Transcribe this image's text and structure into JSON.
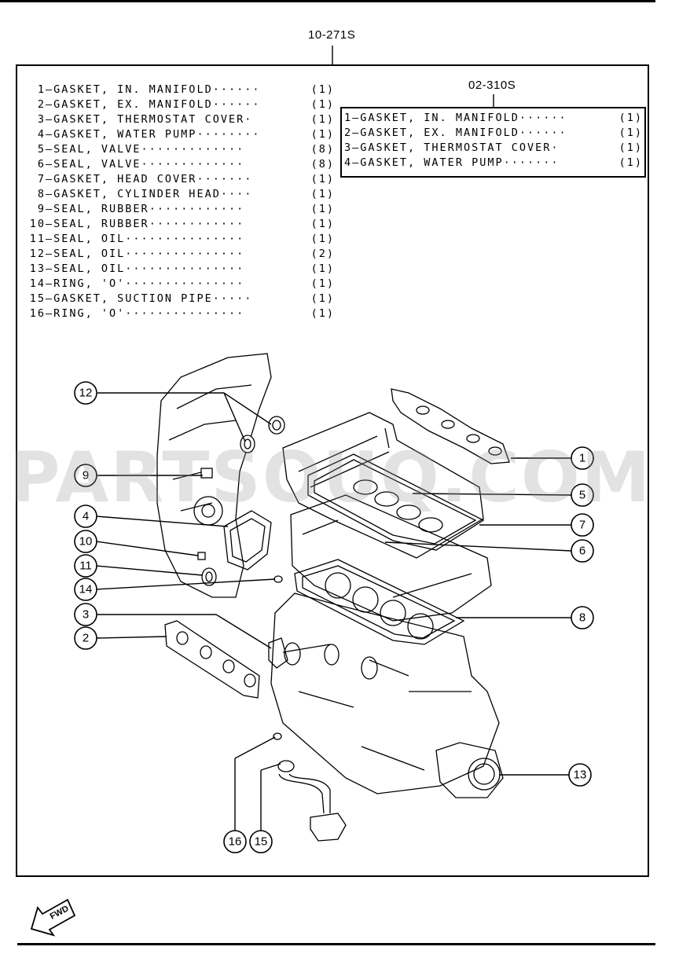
{
  "kit_main": {
    "code": "10-271S",
    "items": [
      {
        "num": "1",
        "name": "GASKET, IN. MANIFOLD",
        "dots": "······",
        "qty": "(1)"
      },
      {
        "num": "2",
        "name": "GASKET, EX. MANIFOLD",
        "dots": "······",
        "qty": "(1)"
      },
      {
        "num": "3",
        "name": "GASKET, THERMOSTAT COVER",
        "dots": "·",
        "qty": "(1)"
      },
      {
        "num": "4",
        "name": "GASKET, WATER PUMP",
        "dots": "········",
        "qty": "(1)"
      },
      {
        "num": "5",
        "name": "SEAL, VALVE",
        "dots": "·············",
        "qty": "(8)"
      },
      {
        "num": "6",
        "name": "SEAL, VALVE",
        "dots": "·············",
        "qty": "(8)"
      },
      {
        "num": "7",
        "name": "GASKET, HEAD COVER",
        "dots": "·······",
        "qty": "(1)"
      },
      {
        "num": "8",
        "name": "GASKET, CYLINDER HEAD",
        "dots": "····",
        "qty": "(1)"
      },
      {
        "num": "9",
        "name": "SEAL, RUBBER",
        "dots": "············",
        "qty": "(1)"
      },
      {
        "num": "10",
        "name": "SEAL, RUBBER",
        "dots": "············",
        "qty": "(1)"
      },
      {
        "num": "11",
        "name": "SEAL, OIL",
        "dots": "···············",
        "qty": "(1)"
      },
      {
        "num": "12",
        "name": "SEAL, OIL",
        "dots": "···············",
        "qty": "(2)"
      },
      {
        "num": "13",
        "name": "SEAL, OIL",
        "dots": "···············",
        "qty": "(1)"
      },
      {
        "num": "14",
        "name": "RING, 'O'",
        "dots": "···············",
        "qty": "(1)"
      },
      {
        "num": "15",
        "name": "GASKET, SUCTION PIPE",
        "dots": "·····",
        "qty": "(1)"
      },
      {
        "num": "16",
        "name": "RING, 'O'",
        "dots": "···············",
        "qty": "(1)"
      }
    ]
  },
  "kit_sub": {
    "code": "02-310S",
    "items": [
      {
        "num": "1",
        "name": "GASKET, IN. MANIFOLD",
        "dots": "······",
        "qty": "(1)"
      },
      {
        "num": "2",
        "name": "GASKET, EX. MANIFOLD",
        "dots": "······",
        "qty": "(1)"
      },
      {
        "num": "3",
        "name": "GASKET, THERMOSTAT COVER",
        "dots": "·",
        "qty": "(1)"
      },
      {
        "num": "4",
        "name": "GASKET, WATER PUMP",
        "dots": "·······",
        "qty": "(1)"
      }
    ]
  },
  "callouts": [
    "1",
    "2",
    "3",
    "4",
    "5",
    "6",
    "7",
    "8",
    "9",
    "10",
    "11",
    "12",
    "13",
    "14",
    "15",
    "16"
  ],
  "watermark": "PARTSOUQ.COM",
  "fwd_label": "FWD"
}
